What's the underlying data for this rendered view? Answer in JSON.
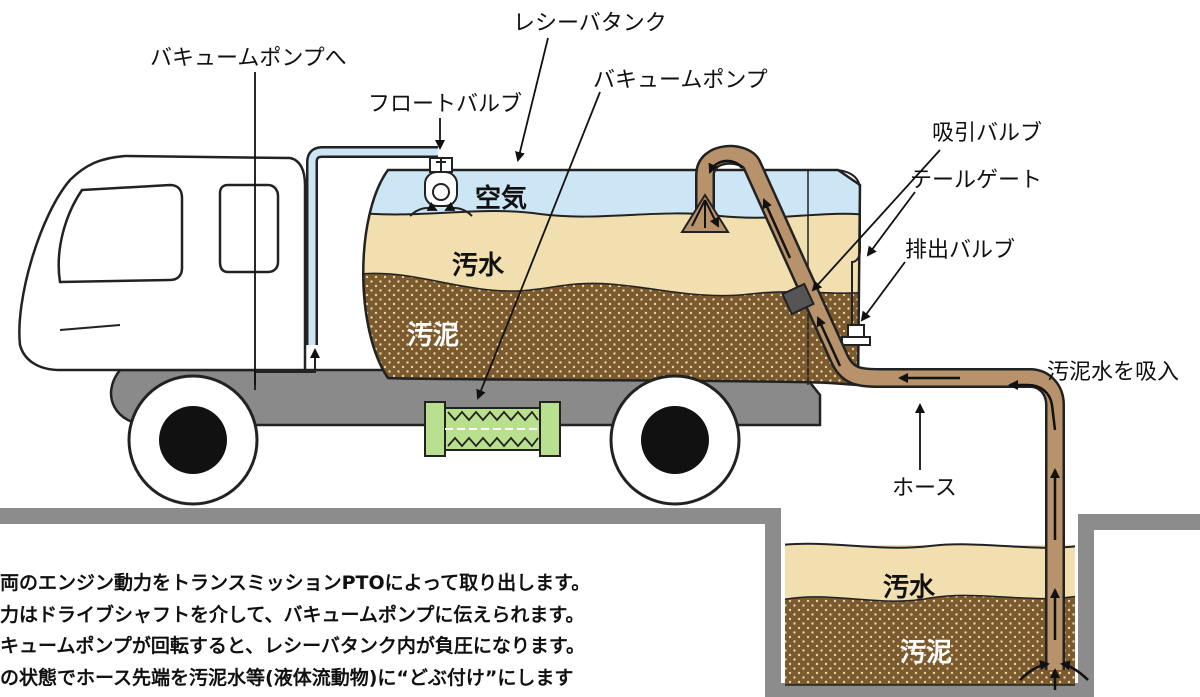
{
  "labels": {
    "vacuum_pump_to": "バキュームポンプへ",
    "receiver_tank": "レシーバタンク",
    "float_valve": "フロートバルブ",
    "vacuum_pump": "バキュームポンプ",
    "suction_valve": "吸引バルブ",
    "tail_gate": "テールゲート",
    "discharge_valve": "排出バルブ",
    "suction_sludge": "汚泥水を吸入",
    "hose": "ホース",
    "air": "空気",
    "sewage_tank": "汚水",
    "sludge_tank": "汚泥",
    "sewage_pit": "汚水",
    "sludge_pit": "汚泥"
  },
  "steps": [
    "両のエンジン動力をトランスミッションPTOによって取り出します。",
    "力はドライブシャフトを介して、バキュームポンプに伝えられます。",
    "キュームポンプが回転すると、レシーバタンク内が負圧になります。",
    "の状態でホース先端を汚泥水等(液体流動物)に“どぶ付け”にします"
  ],
  "colors": {
    "air": "#cde6f5",
    "sewage": "#f2dfb0",
    "sludge": "#7a5a2e",
    "hose": "#b8926a",
    "pump": "#b9e08e",
    "chassis": "#8a8a8a",
    "ground": "#8c8c8c"
  }
}
